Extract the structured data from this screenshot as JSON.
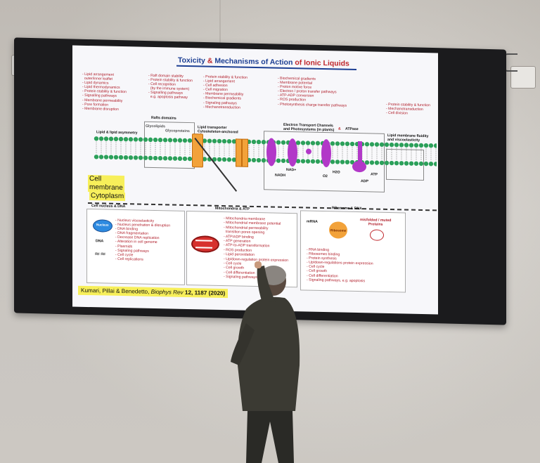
{
  "slide": {
    "title_part1": "Toxicity ",
    "title_amp": "&",
    "title_part2": " Mechanisms of Action ",
    "title_part3": "of Ionic Liquids",
    "col1_lines": "- Lipid arrangement\n  outer/inner leaflet\n- Lipid dynamics\n- Lipid thermodynamics\n- Protein stability & function\n- Signalling pathways\n- Membrane permeability\n- Pore formation\n- Membrane disruption",
    "col2_lines": "- Raft domain stability\n- Protein stability & function\n- Cell recognition\n  (by the immune system)\n- Signalling pathways\n  e.g. apoptosis pathway",
    "col3_lines": "- Protein stability & function\n- Lipid arrangement\n- Cell adhesion\n- Cell migration\n- Membrane permeability\n- Biochemical gradients\n- Signaling pathways\n- Mechanotransduction",
    "col4_lines": "- Biochemical gradients\n- Membrane potential\n- Proton motive force\n- Electron / proton transfer pathways\n- ATP-ADP conversion\n- ROS production\n- Photosynthesis charge transfer pathways",
    "col5_lines": "- Protein stability & function\n- Mechanotransduction\n- Cell division",
    "label_rafts": "Rafts domains",
    "label_glycolipids": "Glycolipids",
    "label_glycoproteins": "Glycoproteins",
    "label_lipid_asym": "Lipid & lipid asymmetry",
    "label_transporter": "Lipid transporter\nCytoskeleton-anchored",
    "label_etc": "Electron Transport Channels\nand Photosystems (in plants)",
    "label_atpase_amp": "&",
    "label_atpase": "ATPase",
    "label_fluidity": "Lipid membrane fluidity\nand viscoelasticity",
    "label_nadh": "NADH",
    "label_nad": "NAD+",
    "label_o2": "O2",
    "label_h2o": "H2O",
    "label_atp": "ATP",
    "label_adp": "ADP",
    "label_cell_membrane": "Cell\nmembrane",
    "label_cytoplasm": "Cytoplasm",
    "panel1_title": "Cell nucleus & DNA",
    "panel1_nucleus": "Nucleus",
    "panel1_dna": "DNA",
    "panel1_lines": "- Nucleus viscoelasticity\n- Nucleus penetration & disruption\n- DNA binding\n- DNA fragmentation\n- Decrease DNA replication\n- Alteration in cell genome\n- Plasmids\n- Signaling pathways\n- Cell cycle\n- Cell replications",
    "panel2_title": "Mitochondria & ATP",
    "panel2_lines": "- Mitochondria membrane\n- Mitochondrial membrane potential\n- Mitochondrial permeability\n  transition pores opening\n- ATP/ADP binding\n- ATP generation\n- ATP-to-ADP transformation\n- ROS production\n- Lipid peroxidation\n- Up/down-regulation protein expression\n- Cell cycle\n- Cell growth\n- Cell differentiation\n- Signaling pathways",
    "panel3_title": "Ribosome & RNA",
    "panel3_mrna": "mRNA",
    "panel3_ribosome": "Ribosome",
    "panel3_misfolded": "misfolded / muted\nProteins",
    "panel3_lines": "- RNA binding\n- Ribosomes binding\n- Protein synthesis\n- Up/down-regulations protein expression\n- Cell cycle\n- Cell growth\n- Cell differentiation\n- Signaling pathways, e.g. apoptosis",
    "citation_authors": "Kumari, Pillai & Benedetto, ",
    "citation_journal": "Biophys Rev",
    "citation_rest": " 12, 1187 (2020)"
  },
  "colors": {
    "title_blue": "#1d3f93",
    "accent_red": "#c0282d",
    "highlight_yellow": "#f7ef5a",
    "lipid_green": "#2ca05a",
    "channel_purple": "#b238c8",
    "transporter_orange": "#f2a23a"
  }
}
